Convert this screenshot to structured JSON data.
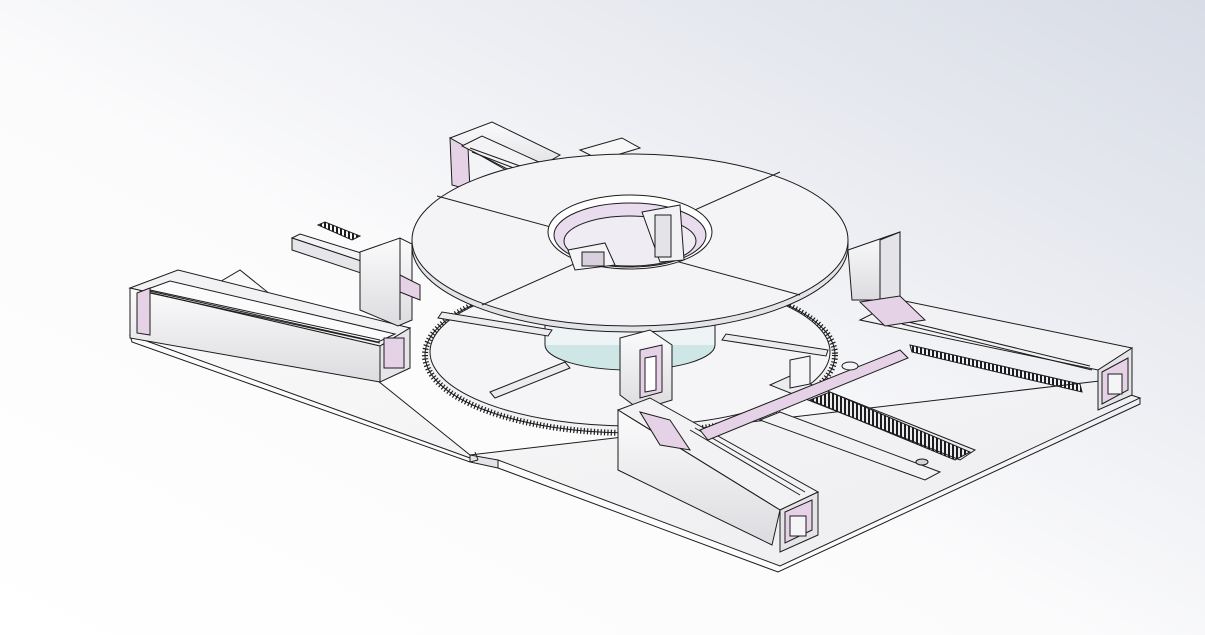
{
  "app": {
    "view": "isometric-3d-model",
    "subject": "rotary-turntable-assembly"
  },
  "colors": {
    "background_light": "#ffffff",
    "background_dark": "#d8dce6",
    "face_light": "#f6f6f7",
    "face_mid": "#e7e7ea",
    "face_shadow": "#d3d3d8",
    "edge": "#1c1c1c",
    "accent_pink": "#e6d2e6",
    "glass": "#e2e8ee",
    "glass_teal": "#cfe6e6"
  },
  "icons": {
    "gear": "spur-gear-ring",
    "rack": "linear-rack",
    "arm": "telescoping-arm"
  }
}
